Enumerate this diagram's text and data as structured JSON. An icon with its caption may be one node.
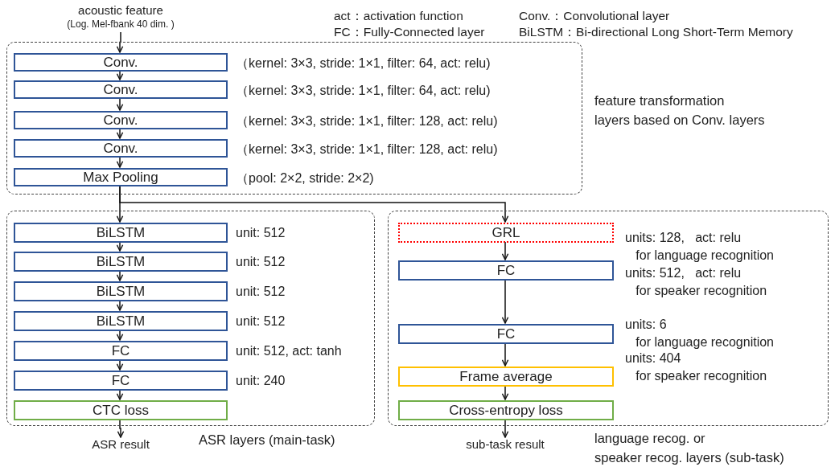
{
  "diagram": {
    "nodes": [
      {
        "text": [
          "acoustic feature",
          "(Log. Mel-fbank 40 dim. )"
        ]
      },
      {
        "text": [
          "feature transformation layers based on Conv. layers"
        ]
      },
      {
        "text": [
          "Conv."
        ],
        "in": 1,
        "beside": [
          "（kernel: 3×3, stride: 1×1, filter: 64, act: relu)"
        ]
      },
      {
        "text": [
          "Conv."
        ],
        "in": 1,
        "beside": [
          "（kernel: 3×3, stride: 1×1, filter: 64, act: relu)"
        ]
      },
      {
        "text": [
          "Conv."
        ],
        "in": 1,
        "beside": [
          "（kernel: 3×3, stride: 1×1, filter: 128, act: relu)"
        ]
      },
      {
        "text": [
          "Conv."
        ],
        "in": 1,
        "beside": [
          "（kernel: 3×3, stride: 1×1, filter: 128, act: relu)"
        ]
      },
      {
        "text": [
          "Max Pooling"
        ],
        "in": 1,
        "beside": [
          "（pool: 2×2, stride: 2×2)"
        ]
      },
      {
        "text": [
          "ASR layers (main-task)"
        ]
      },
      {
        "text": [
          "BiLSTM"
        ],
        "in": 7,
        "beside": [
          "unit: 512"
        ]
      },
      {
        "text": [
          "BiLSTM"
        ],
        "in": 7,
        "beside": [
          "unit: 512"
        ]
      },
      {
        "text": [
          "BiLSTM"
        ],
        "in": 7,
        "beside": [
          "unit: 512"
        ]
      },
      {
        "text": [
          "BiLSTM"
        ],
        "in": 7,
        "beside": [
          "unit: 512"
        ]
      },
      {
        "text": [
          "FC"
        ],
        "in": 7,
        "beside": [
          "unit: 512, act: tanh"
        ]
      },
      {
        "text": [
          "FC"
        ],
        "in": 7,
        "beside": [
          "unit: 240"
        ]
      },
      {
        "text": [
          "CTC loss"
        ],
        "in": 7
      },
      {
        "text": [
          "language recog. or speaker recog. layers (sub-task)"
        ]
      },
      {
        "text": [
          "GRL"
        ],
        "in": 15
      },
      {
        "text": [
          "FC"
        ],
        "in": 15,
        "beside": [
          "units: 128,   act: relu for language recognition",
          "units: 512,   act: relu for speaker recognition"
        ]
      },
      {
        "text": [
          "FC"
        ],
        "in": 15,
        "beside": [
          "units: 6 for language recognition",
          "units: 404 for speaker recognition"
        ]
      },
      {
        "text": [
          "Frame average"
        ],
        "in": 15
      },
      {
        "text": [
          "Cross-entropy loss"
        ],
        "in": 15
      },
      {
        "text": [
          "ASR result"
        ]
      },
      {
        "text": [
          "sub-task result"
        ]
      }
    ],
    "edges": [
      {
        "from": 0,
        "to": 2,
        "arrow": "to"
      },
      {
        "from": 2,
        "to": 3,
        "arrow": "to"
      },
      {
        "from": 3,
        "to": 4,
        "arrow": "to"
      },
      {
        "from": 4,
        "to": 5,
        "arrow": "to"
      },
      {
        "from": 5,
        "to": 6,
        "arrow": "to"
      },
      {
        "from": 6,
        "to": 8,
        "arrow": "to"
      },
      {
        "from": 6,
        "to": 16,
        "arrow": "to"
      },
      {
        "from": 8,
        "to": 9,
        "arrow": "to"
      },
      {
        "from": 9,
        "to": 10,
        "arrow": "to"
      },
      {
        "from": 10,
        "to": 11,
        "arrow": "to"
      },
      {
        "from": 11,
        "to": 12,
        "arrow": "to"
      },
      {
        "from": 12,
        "to": 13,
        "arrow": "to"
      },
      {
        "from": 13,
        "to": 14,
        "arrow": "to"
      },
      {
        "from": 14,
        "to": 21,
        "arrow": "to"
      },
      {
        "from": 16,
        "to": 17,
        "arrow": "to"
      },
      {
        "from": 17,
        "to": 18,
        "arrow": "to"
      },
      {
        "from": 18,
        "to": 19,
        "arrow": "to"
      },
      {
        "from": 19,
        "to": 20,
        "arrow": "to"
      },
      {
        "from": 20,
        "to": 22,
        "arrow": "to"
      }
    ],
    "labels": [
      "act：activation function",
      "Conv.：Convolutional layer",
      "FC：Fully-Connected layer",
      "BiLSTM：Bi-directional Long Short-Term Memory"
    ]
  }
}
